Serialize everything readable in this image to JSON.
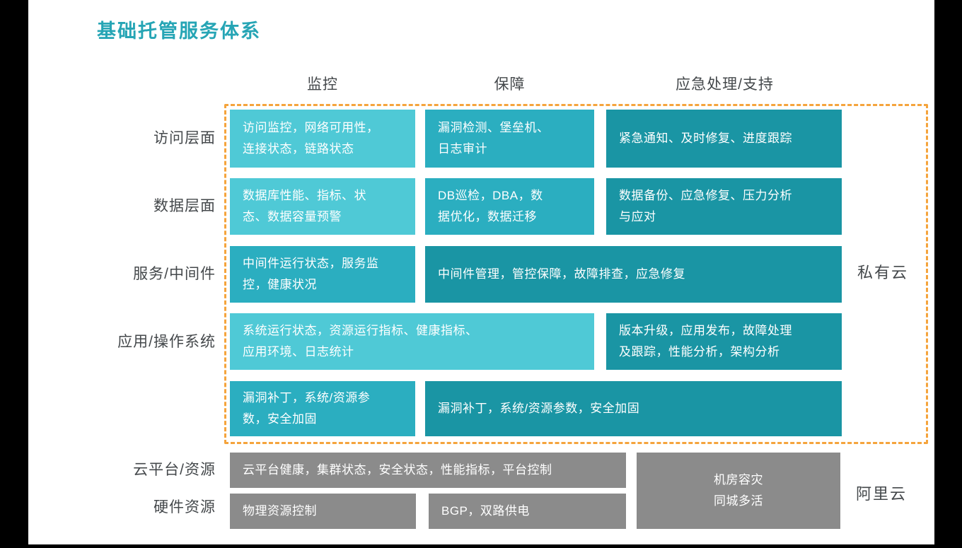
{
  "title": "基础托管服务体系",
  "columns": [
    "监控",
    "保障",
    "应急处理/支持"
  ],
  "rows": [
    "访问层面",
    "数据层面",
    "服务/中间件",
    "应用/操作系统",
    "云平台/资源",
    "硬件资源"
  ],
  "groups": {
    "private_cloud": "私有云",
    "ali_cloud": "阿里云"
  },
  "cells": {
    "r1c1": "访问监控，网络可用性，\n连接状态，链路状态",
    "r1c2": "漏洞检测、堡垒机、\n日志审计",
    "r1c3": "紧急通知、及时修复、进度跟踪",
    "r2c1": "数据库性能、指标、状\n态、数据容量预警",
    "r2c2": "DB巡检，DBA，数\n据优化，数据迁移",
    "r2c3": "数据备份、应急修复、压力分析\n与应对",
    "r3c1": "中间件运行状态，服务监\n控，健康状况",
    "r3c23": "中间件管理，管控保障，故障排查，应急修复",
    "r4c12": "系统运行状态，资源运行指标、健康指标、\n应用环境、日志统计",
    "r4c3": "版本升级，应用发布，故障处理\n及跟踪，性能分析，架构分析",
    "r5c1": "漏洞补丁，系统/资源参\n数，安全加固",
    "r5c23": "漏洞补丁，系统/资源参数，安全加固",
    "r6c1": "云平台健康，集群状态，安全状态，性能指标，平台控制",
    "r6c2": "机房容灾\n同城多活",
    "r7c1": "物理资源控制",
    "r7c2": "BGP，双路供电"
  },
  "colors": {
    "title_teal": "#26A5B5",
    "cell_light": "#4FC9D6",
    "cell_mid": "#2BAEC0",
    "cell_dark": "#1A95A4",
    "cell_gray": "#8B8B8B",
    "boundary_orange": "#F5A43C",
    "label_gray": "#44484B",
    "frame_black": "#000000"
  }
}
